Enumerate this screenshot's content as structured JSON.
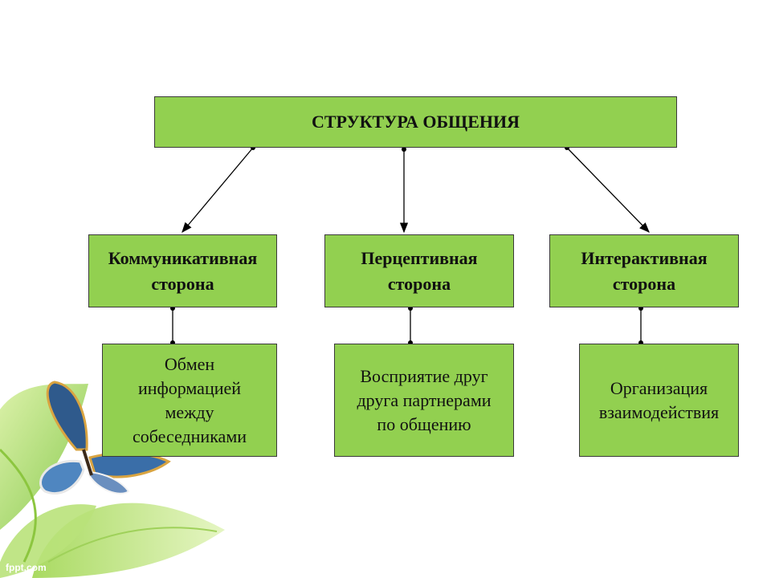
{
  "diagram": {
    "title": "СТРУКТУРА ОБЩЕНИЯ",
    "sides": [
      {
        "label": "Коммуникативная\nсторона",
        "description": "Обмен\nинформацией\nмежду\nсобеседниками"
      },
      {
        "label": "Перцептивная\nсторона",
        "description": "Восприятие друг\nдруга партнерами\nпо общению"
      },
      {
        "label": "Интерактивная\nсторона",
        "description": "Организация\nвзаимодействия"
      }
    ]
  },
  "footer": {
    "watermark": "fppt.com"
  },
  "colors": {
    "box_fill": "#92d050",
    "line": "#000000"
  },
  "decoration": {
    "image": "butterfly-on-green-leaves"
  }
}
